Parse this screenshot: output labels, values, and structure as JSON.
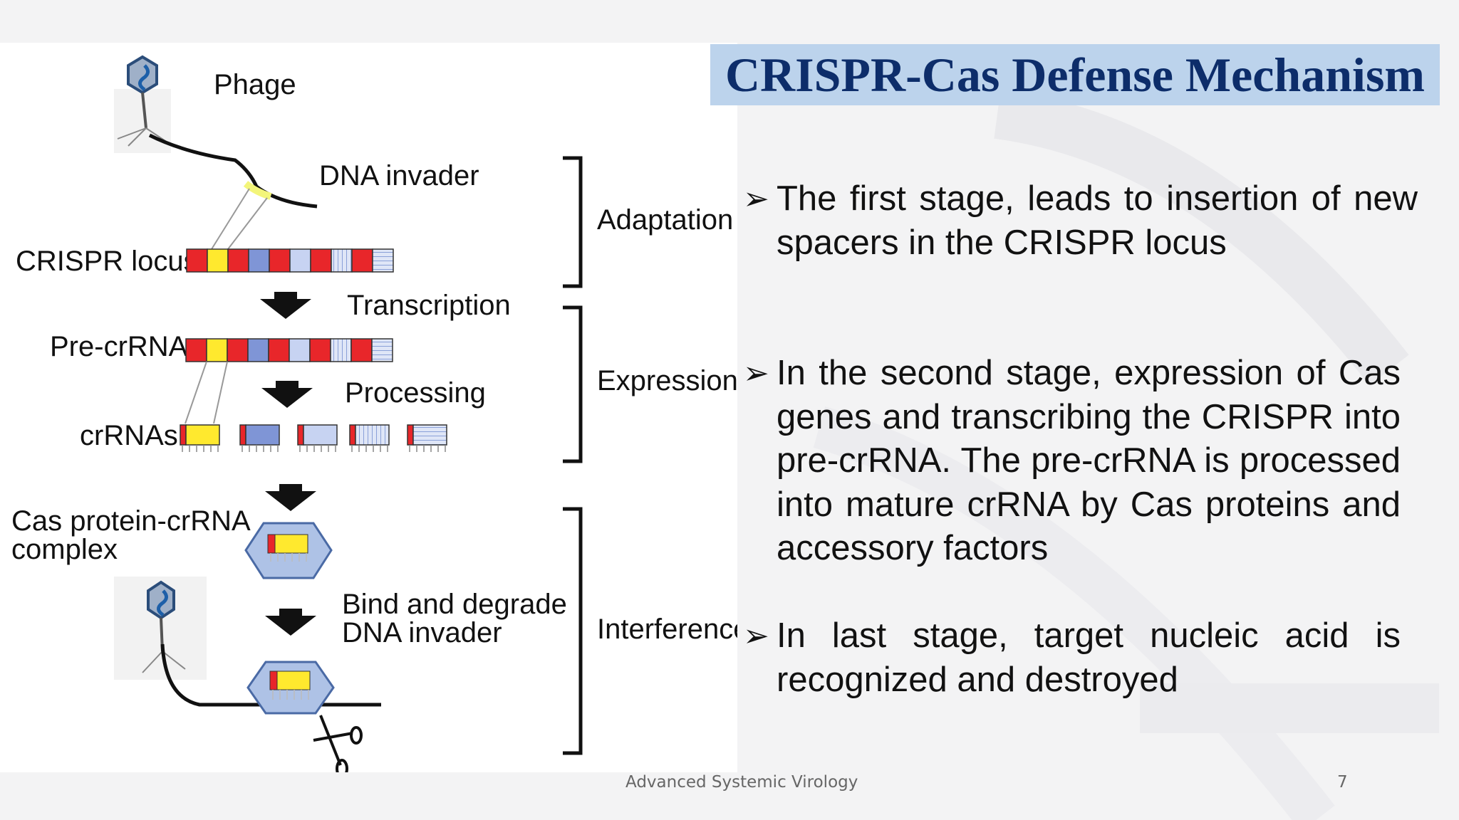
{
  "slide": {
    "title": "CRISPR-Cas Defense Mechanism",
    "footer_course": "Advanced Systemic Virology",
    "page_number": "7"
  },
  "diagram": {
    "labels": {
      "phage": "Phage",
      "dna_invader": "DNA invader",
      "crispr_locus": "CRISPR locus",
      "transcription": "Transcription",
      "pre_crrna": "Pre-crRNA",
      "processing": "Processing",
      "crrnas": "crRNAs",
      "cas_complex_line1": "Cas protein-crRNA",
      "cas_complex_line2": "complex",
      "bind_degrade_line1": "Bind and degrade",
      "bind_degrade_line2": "DNA invader"
    },
    "stages": {
      "adaptation": "Adaptation",
      "expression": "Expression",
      "interference": "Interference"
    },
    "colors": {
      "repeat_red": "#e8262a",
      "spacer_yellow": "#ffe92e",
      "spacer_blue": "#7f95d6",
      "spacer_light_blue": "#c7d3f2",
      "highlight_yellow": "#f3f57a",
      "arrow_black": "#111111",
      "cas_protein_blue": "#aec2e6"
    }
  },
  "bullets": [
    {
      "marker": "➢",
      "text": "The first stage, leads to insertion of new spacers  in the CRISPR locus"
    },
    {
      "marker": "➢",
      "text": "In the second stage, expression of Cas genes and transcribing the CRISPR into pre-crRNA.  The pre-crRNA is processed into mature crRNA by Cas proteins and accessory factors"
    },
    {
      "marker": "➢",
      "text": "In last stage, target nucleic acid  is recognized and destroyed"
    }
  ],
  "theme": {
    "title_banner_bg": "#bcd3ec",
    "title_color": "#0d2d6a"
  }
}
